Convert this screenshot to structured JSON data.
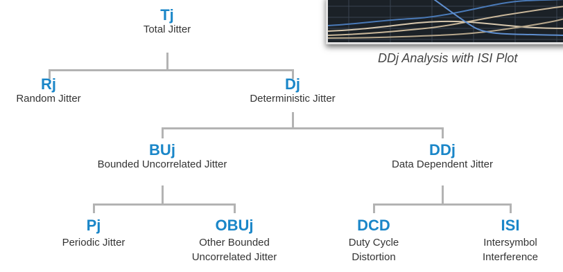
{
  "nodes": {
    "tj": {
      "abbr": "Tj",
      "desc": "Total Jitter"
    },
    "rj": {
      "abbr": "Rj",
      "desc": "Random Jitter"
    },
    "dj": {
      "abbr": "Dj",
      "desc": "Deterministic Jitter"
    },
    "buj": {
      "abbr": "BUj",
      "desc": "Bounded Uncorrelated Jitter"
    },
    "ddj": {
      "abbr": "DDj",
      "desc": "Data Dependent Jitter"
    },
    "pj": {
      "abbr": "Pj",
      "desc": "Periodic Jitter"
    },
    "obuj": {
      "abbr": "OBUj",
      "desc_line1": "Other Bounded",
      "desc_line2": "Uncorrelated Jitter"
    },
    "dcd": {
      "abbr": "DCD",
      "desc_line1": "Duty Cycle",
      "desc_line2": "Distortion"
    },
    "isi": {
      "abbr": "ISI",
      "desc_line1": "Intersymbol",
      "desc_line2": "Interference"
    }
  },
  "inset": {
    "caption": "DDj Analysis with ISI Plot"
  },
  "colors": {
    "abbr": "#1a86c8",
    "desc": "#333333",
    "connector": "#b3b3b3",
    "inset_bg": "#1b2127"
  }
}
